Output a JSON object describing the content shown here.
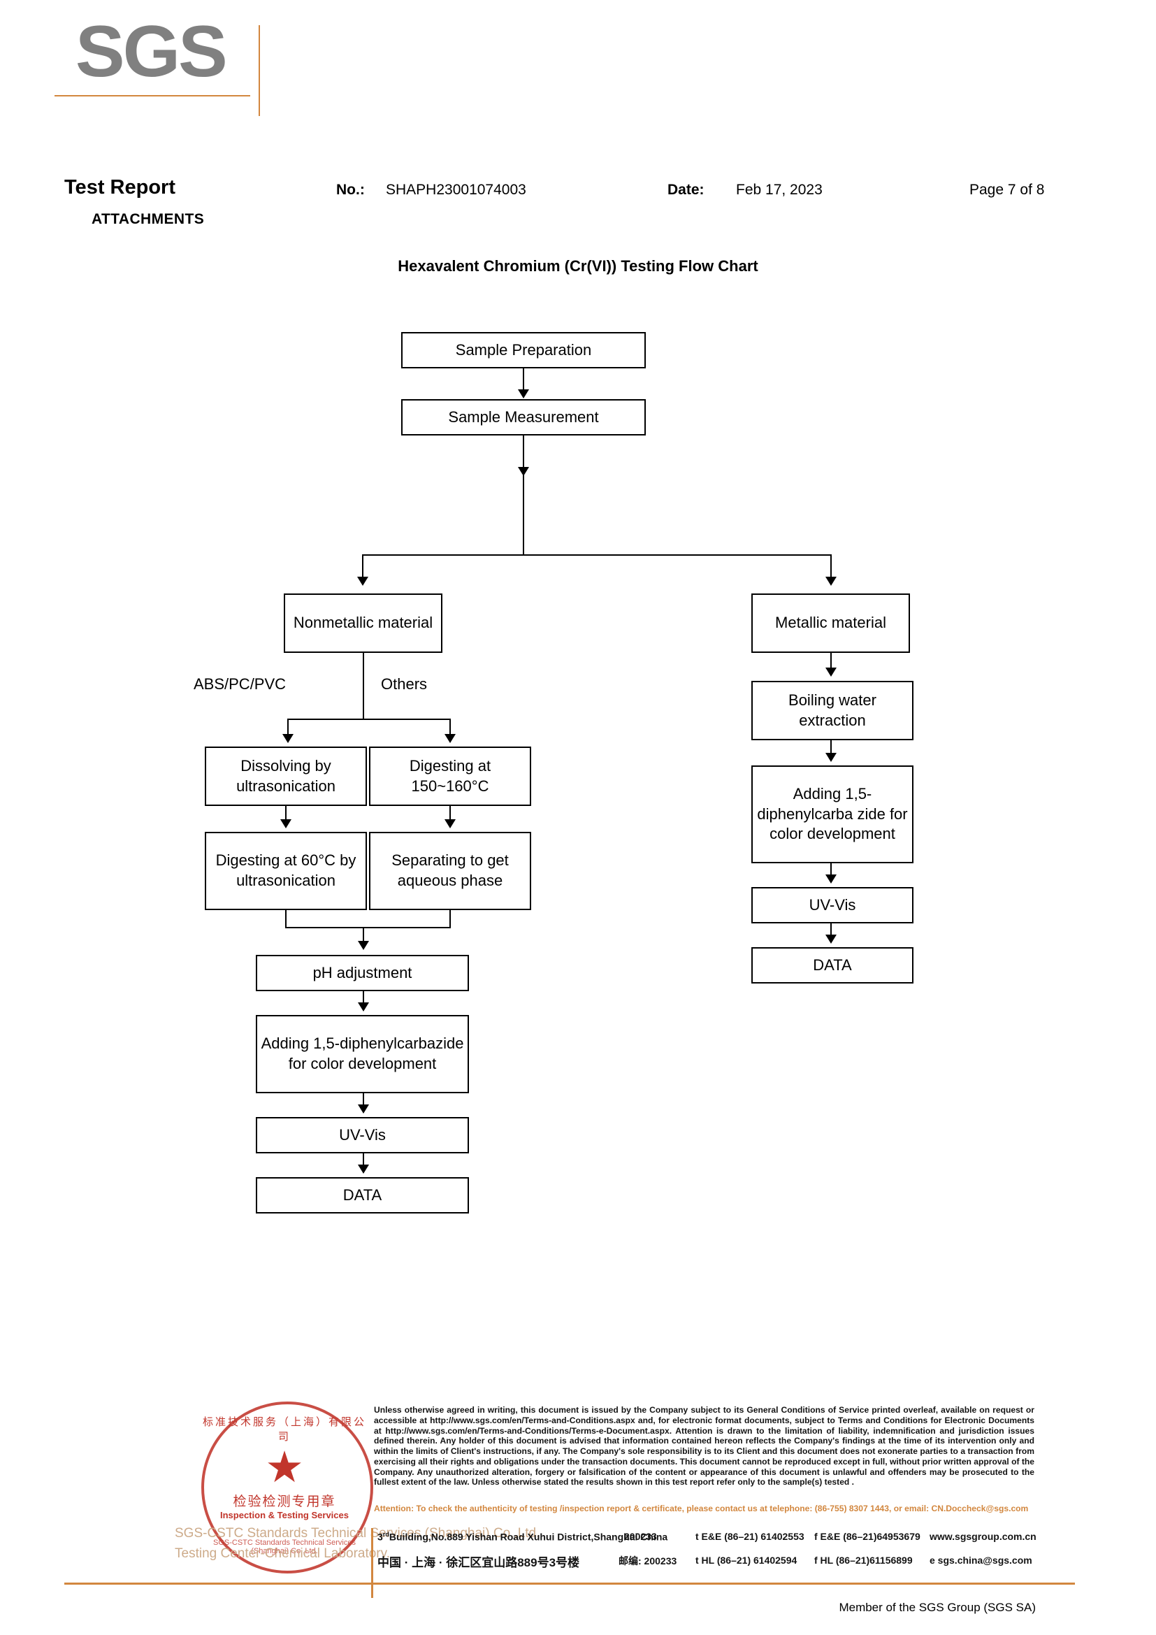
{
  "header": {
    "logo_text": "SGS",
    "report_title": "Test Report",
    "attachments_label": "ATTACHMENTS",
    "no_label": "No.:",
    "no_value": "SHAPH23001074003",
    "date_label": "Date:",
    "date_value": "Feb 17, 2023",
    "page_value": "Page 7 of 8"
  },
  "chart_title": "Hexavalent Chromium (Cr(VI)) Testing Flow Chart",
  "flow": {
    "nodes": {
      "sample_preparation": "Sample Preparation",
      "sample_measurement": "Sample Measurement",
      "nonmetallic_material": "Nonmetallic material",
      "metallic_material": "Metallic material",
      "dissolving_by_ultrasonication": "Dissolving by ultrasonication",
      "digesting_150_160": "Digesting at 150~160°C",
      "digesting_60_ultrasonication": "Digesting at 60°C by ultrasonication",
      "separating_aqueous": "Separating to get aqueous phase",
      "ph_adjustment": "pH adjustment",
      "adding_dpc_left": "Adding 1,5-diphenylcarbazide for color development",
      "uv_vis_left": "UV-Vis",
      "data_left": "DATA",
      "boiling_water_extraction": "Boiling water extraction",
      "adding_dpc_right": "Adding 1,5-diphenylcarba zide for color development",
      "uv_vis_right": "UV-Vis",
      "data_right": "DATA"
    },
    "edge_labels": {
      "abs_pc_pvc": "ABS/PC/PVC",
      "others": "Others"
    }
  },
  "stamp": {
    "arc_top": "标准技术服务（上海）有限公司",
    "star": "★",
    "cn_text": "检验检测专用章",
    "en_text": "Inspection & Testing Services",
    "arc_bottom": "SGS-CSTC Standards Technical Services (Shanghai) Co.,Ltd.",
    "watermark_line1": "SGS-CSTC Standards Technical Services (Shanghai) Co.,Ltd.",
    "watermark_line2": "Testing Center-Chemical Laboratory."
  },
  "footer": {
    "legal_text": "Unless otherwise agreed in writing, this document is issued by the Company subject to its General Conditions of Service printed overleaf, available on request or accessible at http://www.sgs.com/en/Terms-and-Conditions.aspx and, for electronic format documents, subject to Terms and Conditions for Electronic Documents at http://www.sgs.com/en/Terms-and-Conditions/Terms-e-Document.aspx. Attention is drawn to the limitation of liability, indemnification and jurisdiction issues defined therein. Any holder of this document is advised that information contained hereon reflects the Company's findings at the time of its intervention only and within the limits of Client's instructions, if any. The Company's sole responsibility is to its Client and this document does not exonerate parties to a transaction from exercising all their rights and obligations under the transaction documents. This document cannot be reproduced except in full, without prior written approval of the Company. Any unauthorized alteration, forgery or falsification of the content or appearance of this document is unlawful and offenders may be prosecuted to the fullest extent of the law. Unless otherwise stated the results shown in this test report refer only to the sample(s) tested .",
    "attention_text": "Attention: To check the authenticity of testing /inspection report & certificate, please contact us at telephone: (86-755) 8307 1443, or email: CN.Doccheck@sgs.com",
    "address_en": "Building,No.889 Yishan Road Xuhui District,Shanghai China",
    "address_en_prefix": "3",
    "address_en_sup": "rd",
    "postcode_en": "200233",
    "tel_en": "t E&E (86–21) 61402553",
    "fax_en": "f E&E (86–21)64953679",
    "web_en": "www.sgsgroup.com.cn",
    "address_cn": "中国 · 上海 · 徐汇区宜山路889号3号楼",
    "postcode_cn_label": "邮编: 200233",
    "tel_cn": "t HL (86–21) 61402594",
    "fax_cn": "f HL (86–21)61156899",
    "email_cn": "e  sgs.china@sgs.com",
    "member_line": "Member of the SGS Group (SGS SA)"
  },
  "colors": {
    "brand_orange": "#d2873f",
    "logo_gray": "#808080",
    "stamp_red": "#c1352b"
  }
}
